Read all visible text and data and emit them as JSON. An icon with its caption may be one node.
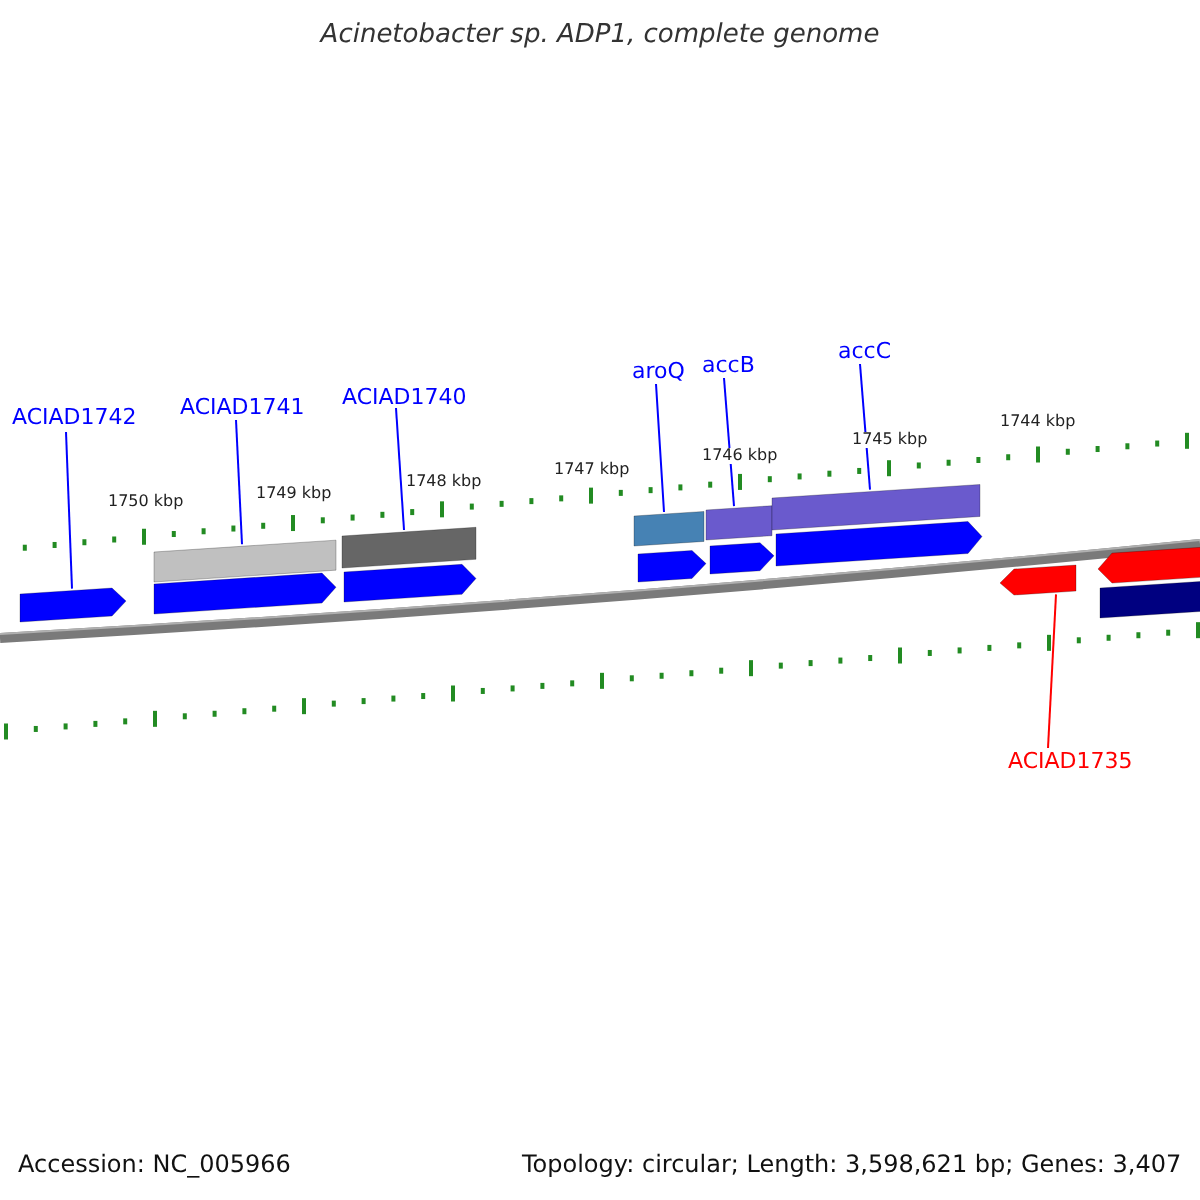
{
  "diagram": {
    "title": "Acinetobacter sp. ADP1, complete genome",
    "nodes": [
      {
        "text": [
          "ACIAD1742"
        ]
      },
      {
        "text": [
          "ACIAD1741"
        ]
      },
      {
        "text": [
          "ACIAD1740"
        ]
      },
      {
        "text": [
          "aroQ"
        ]
      },
      {
        "text": [
          "accB"
        ]
      },
      {
        "text": [
          "accC"
        ]
      },
      {
        "text": [
          "ACIAD1735"
        ]
      },
      {
        "text": [],
        "shape": "arrow"
      },
      {
        "text": [],
        "shape": "bar"
      },
      {
        "text": [],
        "shape": "arrow"
      },
      {
        "text": [],
        "shape": "bar"
      },
      {
        "text": [],
        "shape": "arrow"
      },
      {
        "text": [],
        "shape": "bar"
      },
      {
        "text": [],
        "shape": "arrow"
      },
      {
        "text": [],
        "shape": "bar"
      },
      {
        "text": [],
        "shape": "arrow"
      },
      {
        "text": [],
        "shape": "bar"
      },
      {
        "text": [],
        "shape": "arrow"
      },
      {
        "text": [],
        "shape": "arrow"
      },
      {
        "text": [],
        "shape": "arrow"
      },
      {
        "text": [],
        "shape": "bar"
      }
    ],
    "edges": [
      {
        "from": 0,
        "to": 7,
        "arrow": "none"
      },
      {
        "from": 1,
        "to": 8,
        "arrow": "none"
      },
      {
        "from": 2,
        "to": 10,
        "arrow": "none"
      },
      {
        "from": 3,
        "to": 12,
        "arrow": "none"
      },
      {
        "from": 4,
        "to": 14,
        "arrow": "none"
      },
      {
        "from": 5,
        "to": 16,
        "arrow": "none"
      },
      {
        "from": 6,
        "to": 18,
        "arrow": "none",
        "color": "#ff0000"
      }
    ],
    "labels": [
      "1750 kbp",
      "1749 kbp",
      "1748 kbp",
      "1747 kbp",
      "1746 kbp",
      "1745 kbp",
      "1744 kbp",
      "Accession: NC_005966",
      "Topology: circular; Length: 3,598,621 bp; Genes: 3,407"
    ]
  }
}
